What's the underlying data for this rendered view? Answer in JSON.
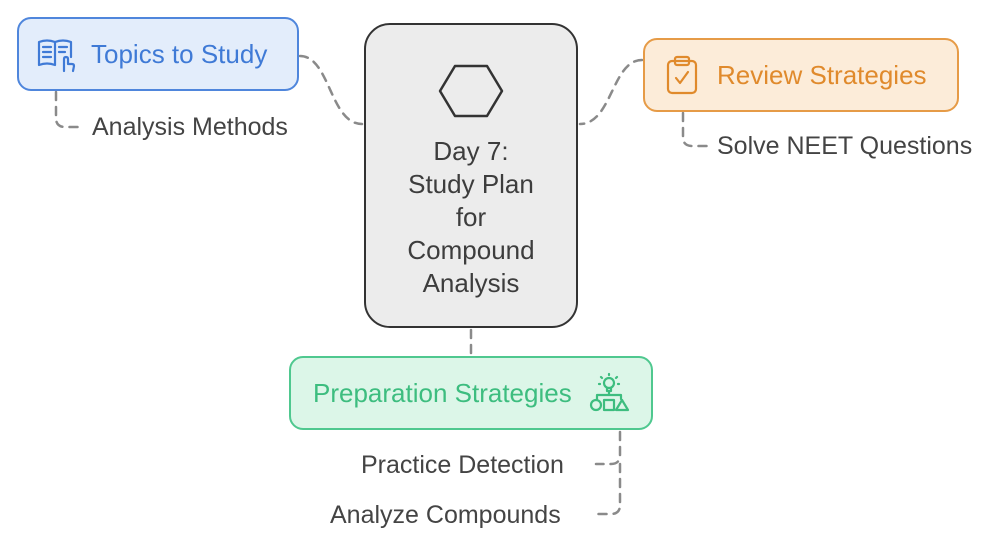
{
  "center": {
    "title_lines": [
      "Day 7:",
      "Study Plan",
      "for",
      "Compound",
      "Analysis"
    ],
    "icon": "hexagon-icon"
  },
  "topics": {
    "label": "Topics to Study",
    "icon": "book-reading-icon",
    "color": "#4f86dc",
    "fill": "#e3edfb",
    "children": [
      "Analysis Methods"
    ]
  },
  "review": {
    "label": "Review Strategies",
    "icon": "clipboard-check-icon",
    "color": "#e69b47",
    "fill": "#fcecd9",
    "children": [
      "Solve NEET Questions"
    ]
  },
  "prep": {
    "label": "Preparation Strategies",
    "icon": "idea-shapes-icon",
    "color": "#4fc88f",
    "fill": "#dcf6e8",
    "children": [
      "Practice Detection",
      "Analyze Compounds"
    ]
  },
  "connector_color": "#888888"
}
